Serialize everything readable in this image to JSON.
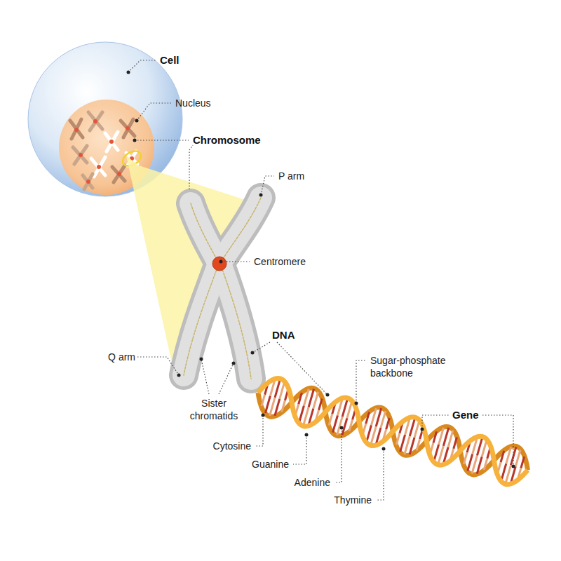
{
  "diagram": {
    "labels": [
      "Cell",
      "Nucleus",
      "Chromosome",
      "P arm",
      "Centromere",
      "DNA",
      "Sugar-phosphate backbone",
      "Q arm",
      "Gene",
      "Sister chromatids",
      "Cytosine",
      "Guanine",
      "Adenine",
      "Thymine"
    ]
  }
}
